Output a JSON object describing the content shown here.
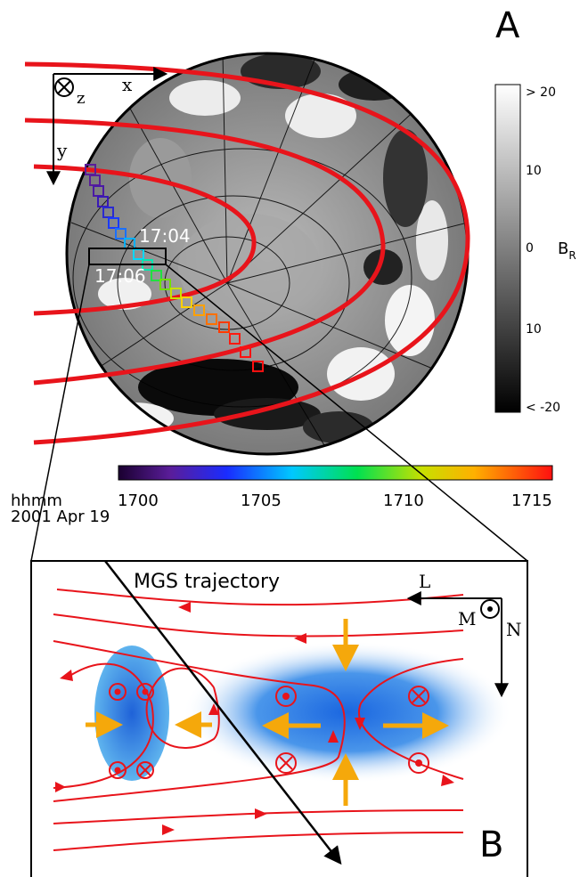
{
  "panel_a": {
    "label": "A",
    "axes": {
      "x": "x",
      "y": "y",
      "z": "z"
    },
    "times": {
      "t1": "17:04",
      "t2": "17:06"
    },
    "br_scale": {
      "name": "B",
      "name_sub": "R",
      "ticks": [
        "> 20",
        "10",
        "0",
        "10",
        "< -20"
      ]
    },
    "time_bar": {
      "unit": "hhmm",
      "date": "2001 Apr 19",
      "ticks": [
        "1700",
        "1705",
        "1710",
        "1715"
      ]
    }
  },
  "panel_b": {
    "label": "B",
    "trajectory": "MGS trajectory",
    "axes": {
      "l": "L",
      "m": "M",
      "n": "N"
    }
  },
  "colors": {
    "field_line": "#e8141b",
    "arrow_orange": "#f5a80b",
    "plasma_blue": "#2f8ce0",
    "ink": "#000000"
  }
}
